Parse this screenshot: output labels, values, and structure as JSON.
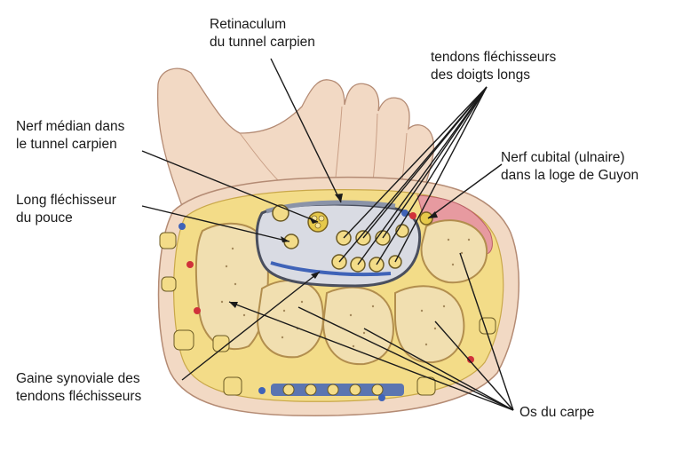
{
  "labels": {
    "retinaculum": [
      "Retinaculum",
      "du tunnel carpien"
    ],
    "flexor_tendons": [
      "tendons fléchisseurs",
      "des doigts longs"
    ],
    "median_nerve": [
      "Nerf médian dans",
      "le tunnel carpien"
    ],
    "ulnar_nerve": [
      "Nerf cubital (ulnaire)",
      "dans la loge de Guyon"
    ],
    "flexor_pollicis": [
      "Long fléchisseur",
      "du pouce"
    ],
    "synovial_sheath": [
      "Gaine synoviale des",
      "tendons fléchisseurs"
    ],
    "carpal_bones": [
      "Os du carpe"
    ]
  },
  "colors": {
    "skin": "#f2d9c4",
    "skin_shadow": "#d9b59c",
    "bone": "#f1dfb0",
    "bone_outline": "#b28e4e",
    "fat_yellow": "#f3dc88",
    "tunnel_dark": "#4a4f5e",
    "vessel_blue": "#3f63b8",
    "vessel_red": "#d0313a",
    "pink_muscle": "#e79aa0",
    "nerve_yellow": "#e6c94a"
  }
}
